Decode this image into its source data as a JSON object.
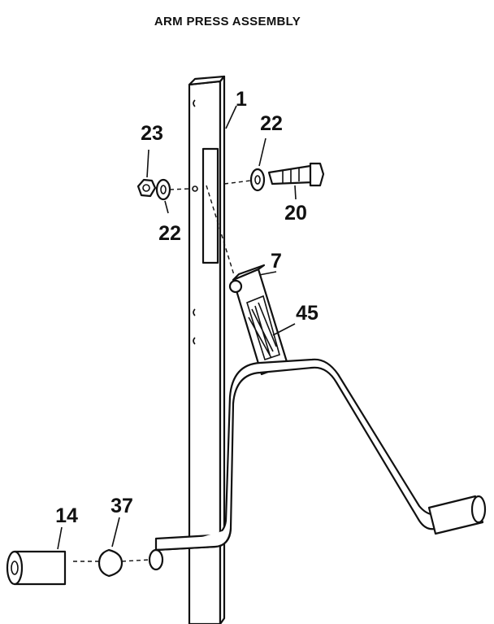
{
  "title": "ARM PRESS ASSEMBLY",
  "labels": {
    "p1": "1",
    "p22a": "22",
    "p23": "23",
    "p22b": "22",
    "p20": "20",
    "p7": "7",
    "p45": "45",
    "p14": "14",
    "p37": "37"
  }
}
